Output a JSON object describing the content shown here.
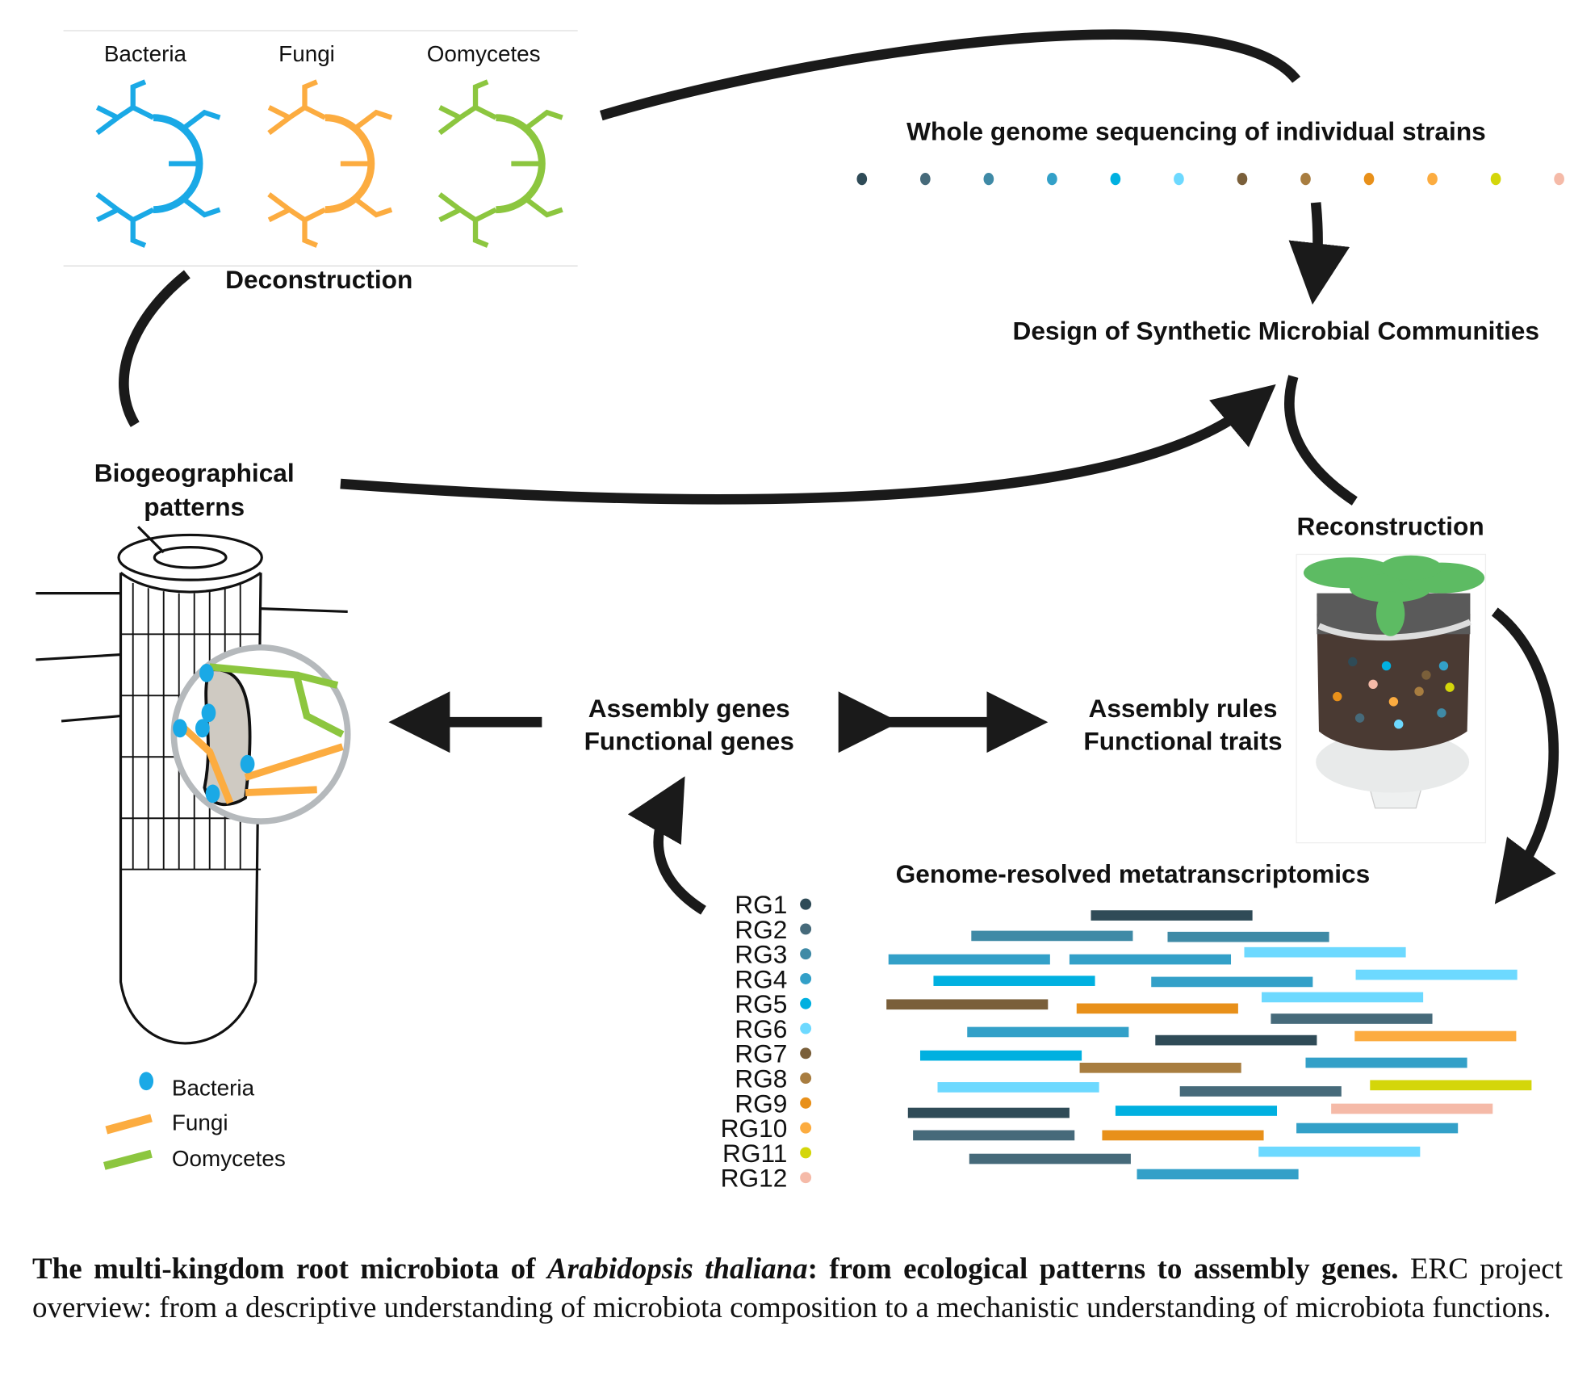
{
  "colors": {
    "bacteria": "#1aa9e6",
    "fungi": "#fcac40",
    "oomycetes": "#8cc63f",
    "arrow": "#1a1a1a",
    "rg": [
      "#2f4b57",
      "#466a7a",
      "#3f8aa6",
      "#33a0c8",
      "#00b0e0",
      "#6dd9ff",
      "#7a5f3a",
      "#a87d40",
      "#e8901a",
      "#fcac40",
      "#d4d60a",
      "#f5baa8"
    ]
  },
  "kingdoms": {
    "bacteria": "Bacteria",
    "fungi": "Fungi",
    "oomycetes": "Oomycetes"
  },
  "labels": {
    "deconstruction": "Deconstruction",
    "wgs": "Whole genome sequencing of individual strains",
    "design": "Design of Synthetic Microbial Communities",
    "biogeo1": "Biogeographical",
    "biogeo2": "patterns",
    "reconstruction": "Reconstruction",
    "genes1": "Assembly genes",
    "genes2": "Functional genes",
    "rules1": "Assembly rules",
    "rules2": "Functional traits",
    "metatx": "Genome-resolved metatranscriptomics"
  },
  "legend": [
    {
      "label": "Bacteria",
      "icon": "bacteria-dot"
    },
    {
      "label": "Fungi",
      "icon": "fungi-line"
    },
    {
      "label": "Oomycetes",
      "icon": "oomycetes-line"
    }
  ],
  "rg_labels": [
    "RG1",
    "RG2",
    "RG3",
    "RG4",
    "RG5",
    "RG6",
    "RG7",
    "RG8",
    "RG9",
    "RG10",
    "RG11",
    "RG12"
  ],
  "caption": {
    "title_pre": "The multi-kingdom root microbiota of ",
    "title_italic": "Arabidopsis thaliana",
    "title_post": ": from ecological patterns to assembly genes.",
    "body": "ERC project overview: from a descriptive understanding of microbiota composition to a mechanistic understanding of microbiota functions."
  }
}
